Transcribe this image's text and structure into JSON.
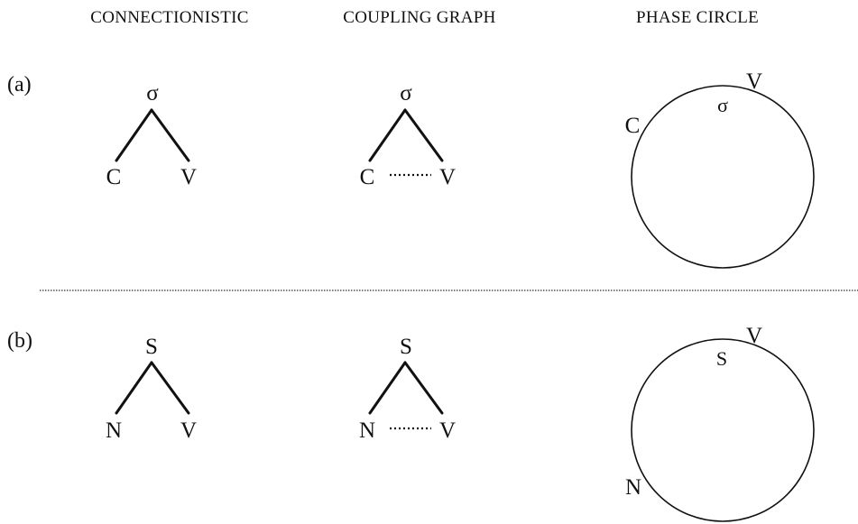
{
  "headers": {
    "connectionistic": "CONNECTIONISTIC",
    "coupling_graph": "COUPLING GRAPH",
    "phase_circle": "PHASE CIRCLE"
  },
  "rows": {
    "a": {
      "label": "(a)",
      "connectionistic": {
        "top": "σ",
        "left": "C",
        "right": "V"
      },
      "coupling": {
        "top": "σ",
        "left": "C",
        "right": "V"
      },
      "phase": {
        "inner": "σ",
        "outer_right": "V",
        "outer_left": "C"
      }
    },
    "b": {
      "label": "(b)",
      "connectionistic": {
        "top": "S",
        "left": "N",
        "right": "V"
      },
      "coupling": {
        "top": "S",
        "left": "N",
        "right": "V"
      },
      "phase": {
        "inner": "S",
        "outer_right": "V",
        "outer_left": "N"
      }
    }
  }
}
